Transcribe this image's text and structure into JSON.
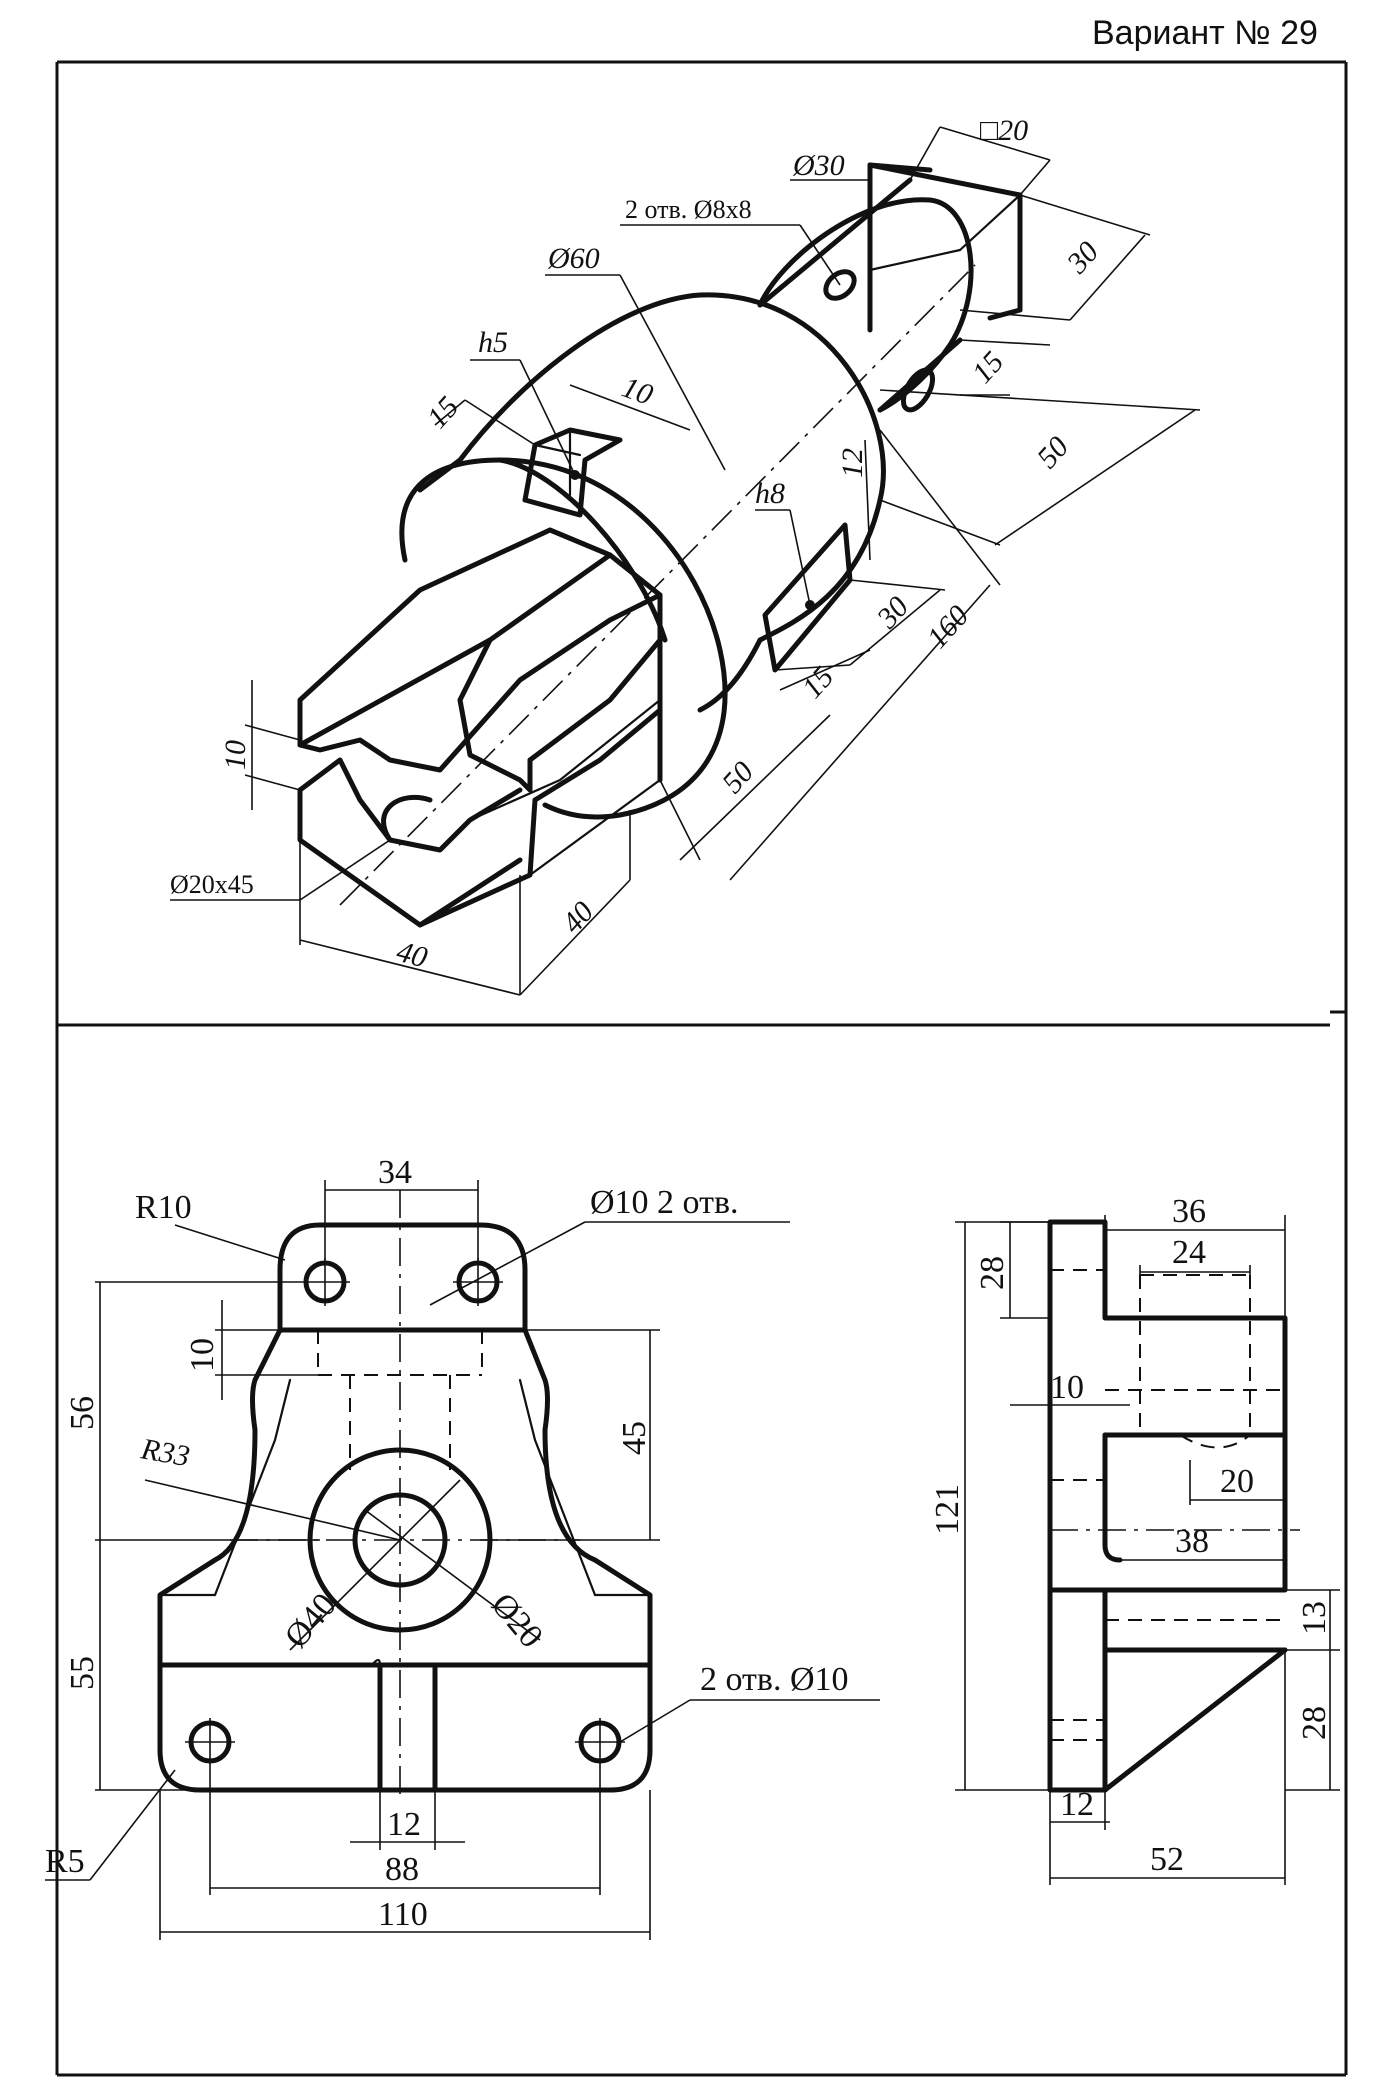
{
  "header": {
    "variant": "Вариант № 29"
  },
  "iso": {
    "d30": "Ø30",
    "sq20": "□20",
    "holes": "2 отв. Ø8x8",
    "d60": "Ø60",
    "h5": "h5",
    "h8": "h8",
    "d20x45": "Ø20x45",
    "n10_top": "10",
    "n15_top": "15",
    "n12": "12",
    "n30_right": "30",
    "n15_right": "15",
    "n50_right": "50",
    "n30_mid": "30",
    "n160": "160",
    "n15_mid": "15",
    "n50_bottom": "50",
    "n10_left": "10",
    "n40_a": "40",
    "n40_b": "40"
  },
  "front": {
    "n34": "34",
    "r10": "R10",
    "d10_top": "Ø10  2 отв.",
    "n10": "10",
    "n56": "56",
    "n45": "45",
    "r33": "R33",
    "d40": "Ø40",
    "d20": "Ø20",
    "n55": "55",
    "d10_bottom": "2 отв. Ø10",
    "r5": "R5",
    "n12": "12",
    "n88": "88",
    "n110": "110"
  },
  "side": {
    "n36": "36",
    "n24": "24",
    "n28_top": "28",
    "n10": "10",
    "n121": "121",
    "n20": "20",
    "n38": "38",
    "n13": "13",
    "n28_bottom": "28",
    "n12": "12",
    "n52": "52"
  }
}
